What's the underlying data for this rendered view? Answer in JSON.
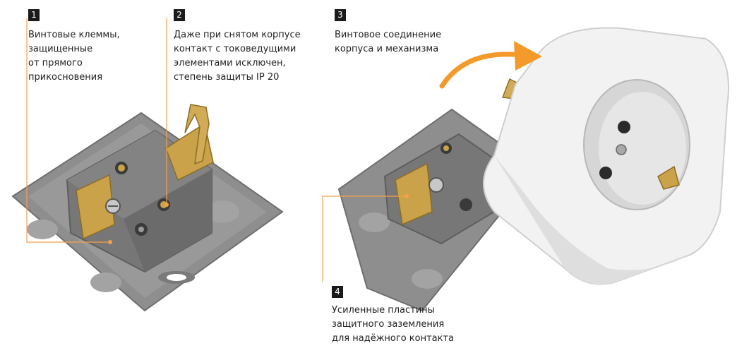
{
  "colors": {
    "leader": "#f5a14a",
    "arrow": "#f39a2a",
    "plate": "#8e8e8e",
    "brass": "#c9a24a",
    "cover": "#f2f2f2"
  },
  "callouts": [
    {
      "number": "1",
      "lines": [
        "Винтовые клеммы,",
        "защищенные",
        "от прямого",
        "прикосновения"
      ]
    },
    {
      "number": "2",
      "lines": [
        "Даже при снятом корпусе",
        "контакт с токоведущими",
        "элементами исключен,",
        "степень защиты IP 20"
      ]
    },
    {
      "number": "3",
      "lines": [
        "Винтовое соединение",
        "корпуса и механизма"
      ]
    },
    {
      "number": "4",
      "lines": [
        "Усиленные пластины",
        "защитного заземления",
        "для надёжного контакта"
      ]
    }
  ]
}
